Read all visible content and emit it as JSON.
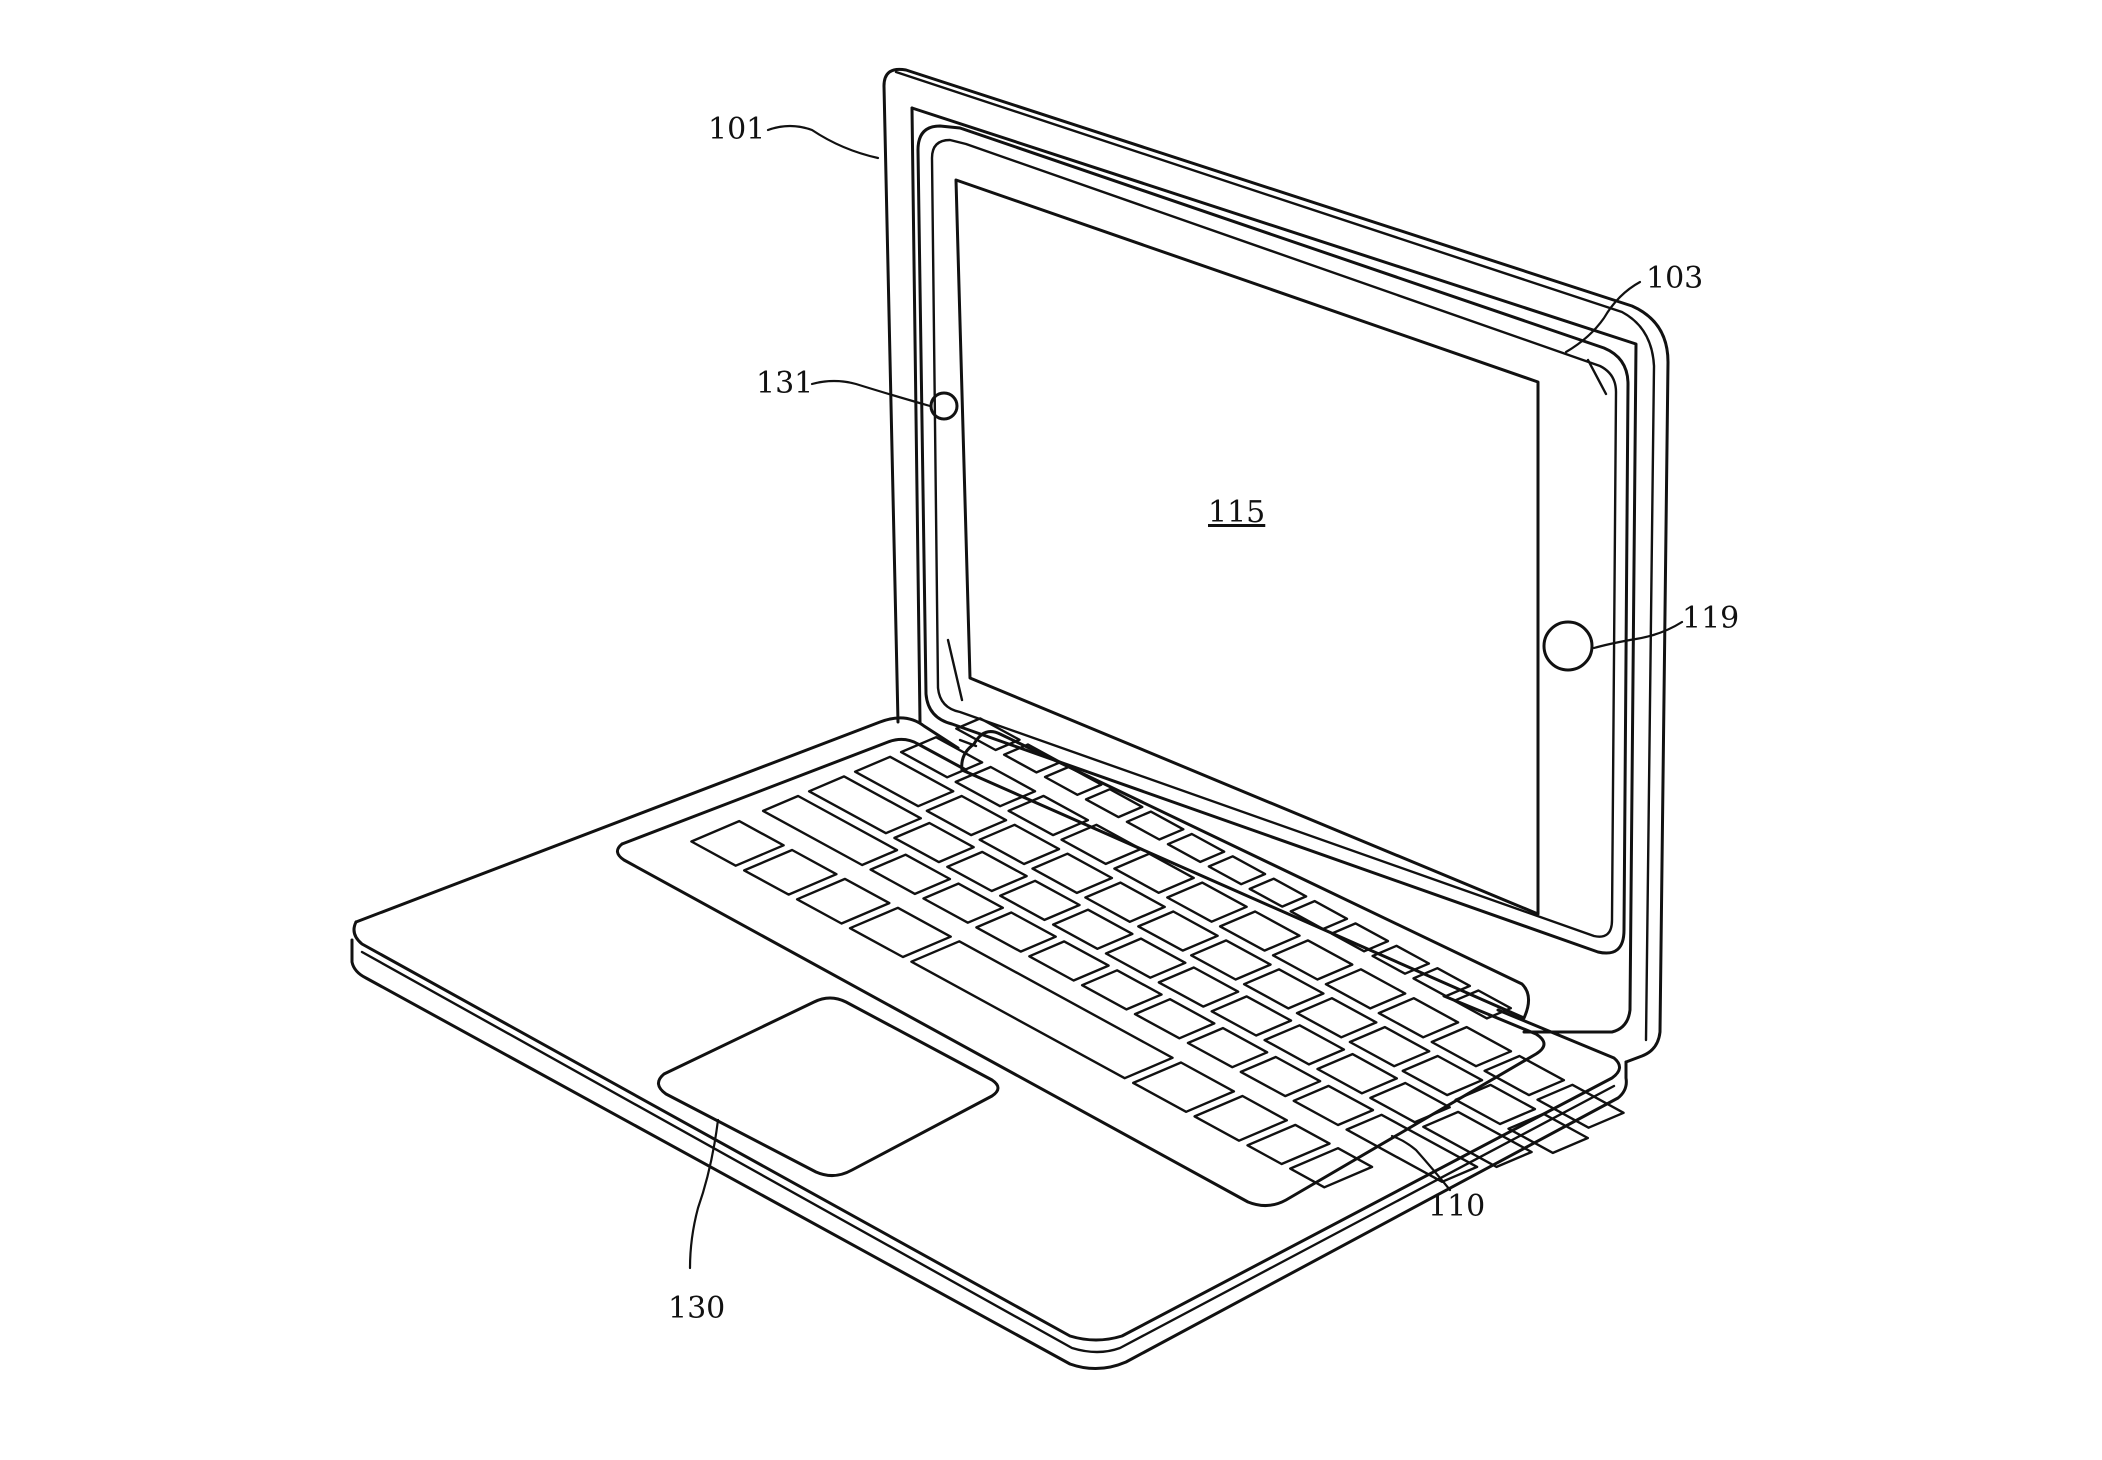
{
  "labels": {
    "lid": "101",
    "bezel": "103",
    "display": "115",
    "home_button": "119",
    "camera": "131",
    "keyboard": "110",
    "trackpad": "130"
  },
  "colors": {
    "ink": "#111111",
    "paper": "#ffffff"
  }
}
